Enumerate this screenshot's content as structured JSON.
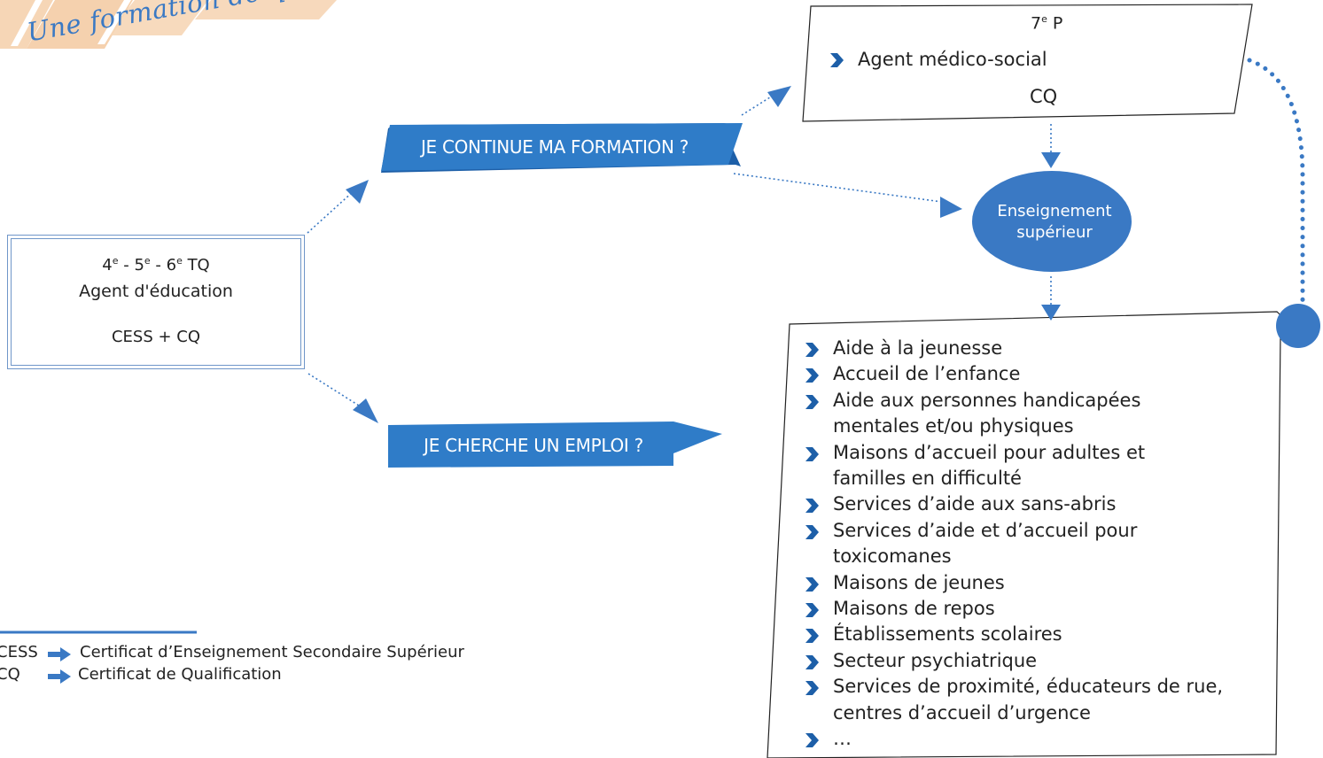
{
  "header": {
    "tagline": "Une formation de qualification technique"
  },
  "left_box": {
    "years": "4e - 5e - 6e TQ",
    "years_parts": [
      "4",
      "e",
      " - 5",
      "e",
      " - 6",
      "e",
      " TQ"
    ],
    "title": "Agent d'éducation",
    "certificate": "CESS + CQ"
  },
  "banners": {
    "continue": "JE CONTINUE MA FORMATION ?",
    "job": "JE CHERCHE UN EMPLOI ?"
  },
  "top_box": {
    "year_number": "7",
    "year_sup": "e",
    "year_suffix": " P",
    "option": "Agent médico-social",
    "certificate": "CQ"
  },
  "higher_ed": {
    "line1": "Enseignement",
    "line2": "supérieur"
  },
  "jobs": {
    "items": [
      "Aide à la jeunesse",
      "Accueil de l’enfance",
      "Aide aux personnes handicapées mentales et/ou physiques",
      "Maisons d’accueil pour adultes et familles en difficulté",
      "Services d’aide aux sans-abris",
      "Services d’aide et d’accueil pour toxicomanes",
      "Maisons de jeunes",
      "Maisons de repos",
      "Établissements scolaires",
      "Secteur psychiatrique",
      "Services de proximité, éducateurs de rue, centres d’accueil d’urgence",
      "…"
    ],
    "lines": [
      {
        "item": 0,
        "text": "Aide à la jeunesse"
      },
      {
        "item": 1,
        "text": "Accueil de l’enfance"
      },
      {
        "item": 2,
        "text": "Aide aux personnes handicapées"
      },
      {
        "item": null,
        "text": "mentales et/ou physiques"
      },
      {
        "item": 3,
        "text": "Maisons d’accueil pour adultes et"
      },
      {
        "item": null,
        "text": "familles en difficulté"
      },
      {
        "item": 4,
        "text": "Services d’aide aux sans-abris"
      },
      {
        "item": 5,
        "text": "Services d’aide et d’accueil pour"
      },
      {
        "item": null,
        "text": "toxicomanes"
      },
      {
        "item": 6,
        "text": "Maisons de jeunes"
      },
      {
        "item": 7,
        "text": "Maisons de repos"
      },
      {
        "item": 8,
        "text": "Établissements scolaires"
      },
      {
        "item": 9,
        "text": "Secteur psychiatrique"
      },
      {
        "item": 10,
        "text": "Services de proximité, éducateurs de rue,"
      },
      {
        "item": null,
        "text": "centres d’accueil d’urgence"
      },
      {
        "item": 11,
        "text": "…"
      }
    ]
  },
  "legend": {
    "items": [
      {
        "abbr": "CESS",
        "definition": "Certificat d’Enseignement Secondaire Supérieur"
      },
      {
        "abbr": "CQ",
        "definition": "Certificat de Qualification"
      }
    ]
  },
  "colors": {
    "accent_blue": "#3a79c4",
    "banner_blue": "#2f7cc8",
    "banner_dark": "#1d5fa8",
    "box_border": "#6f96c9",
    "logo_orange": "#f3c9a0"
  }
}
